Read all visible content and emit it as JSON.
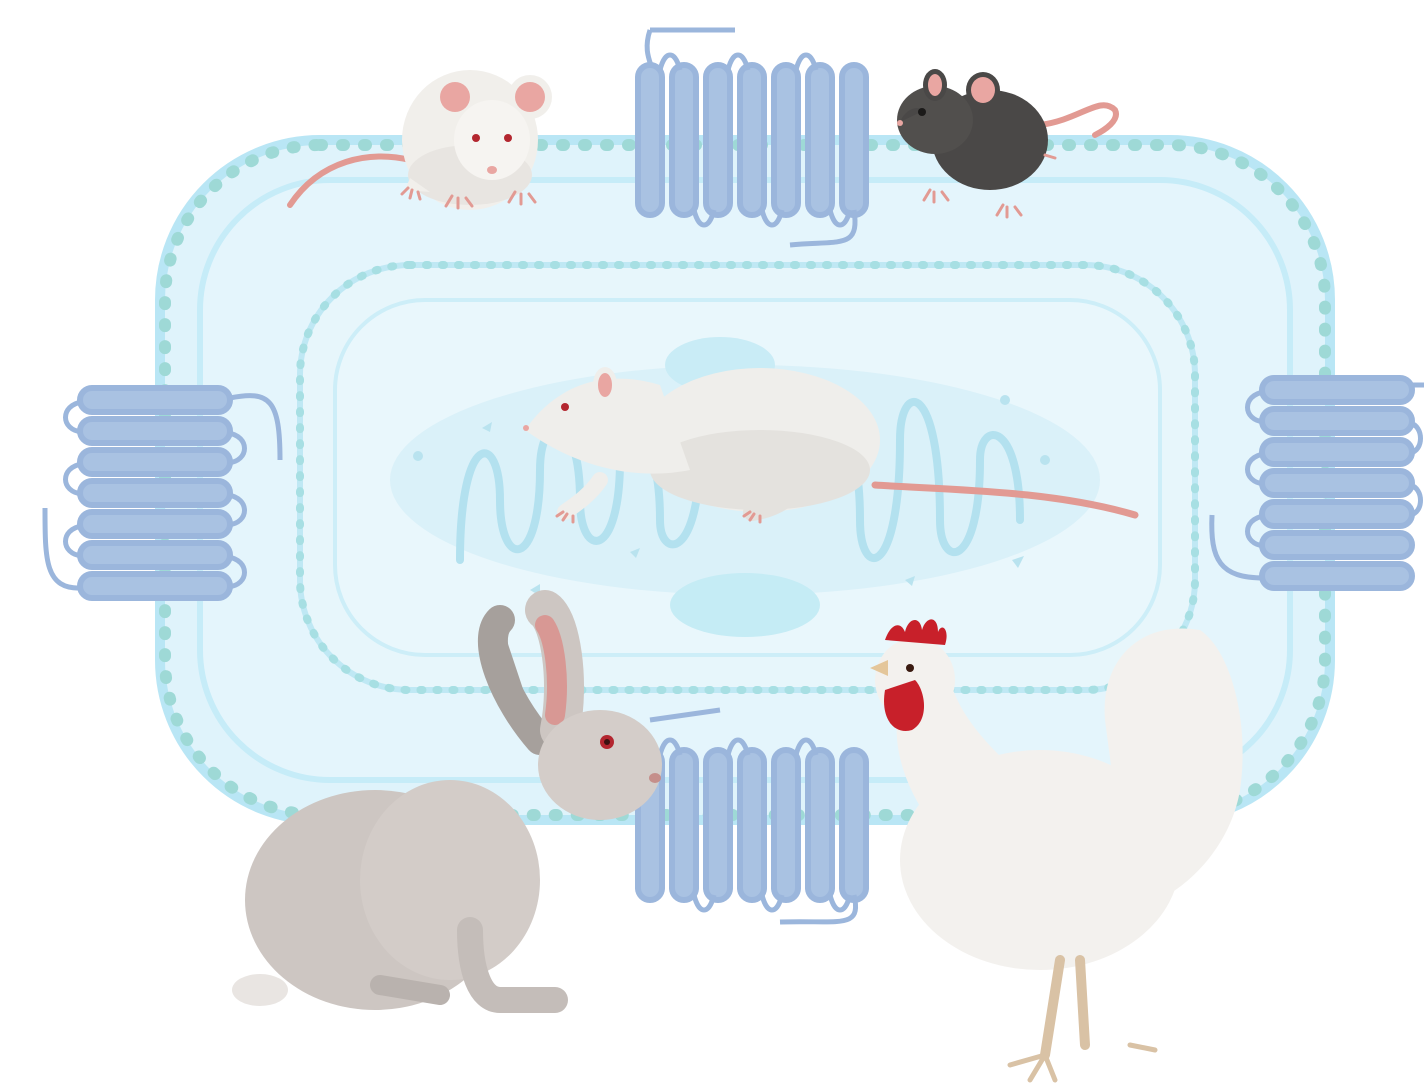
{
  "scene": {
    "subjects": [
      "white-mouse",
      "black-mouse",
      "white-rat",
      "white-rabbit",
      "white-rooster"
    ],
    "background": "cell-membrane-with-transmembrane-receptors"
  },
  "colors": {
    "background": "#ffffff",
    "cell_fill": "#dff3fb",
    "cell_inner": "#e8f7fc",
    "membrane_edge": "#8fd3ec",
    "membrane_dots": "#9ed9d6",
    "receptor": "#a9c2e2",
    "receptor_line": "#9bb6dc",
    "mitochondrion": "#cdeaf5",
    "mouse_white": "#f1efeb",
    "mouse_black": "#4a4847",
    "ear_pink": "#e9a6a2",
    "tail_pink": "#e29a93",
    "rabbit": "#cfc8c4",
    "rooster": "#f3f1ee",
    "comb_red": "#c8202a",
    "beak": "#e4c69a",
    "legs": "#d9c2a5"
  },
  "icons": {
    "white_mouse": "white-mouse-icon",
    "black_mouse": "black-mouse-icon",
    "rat": "rat-icon",
    "rabbit": "rabbit-icon",
    "rooster": "rooster-icon"
  }
}
